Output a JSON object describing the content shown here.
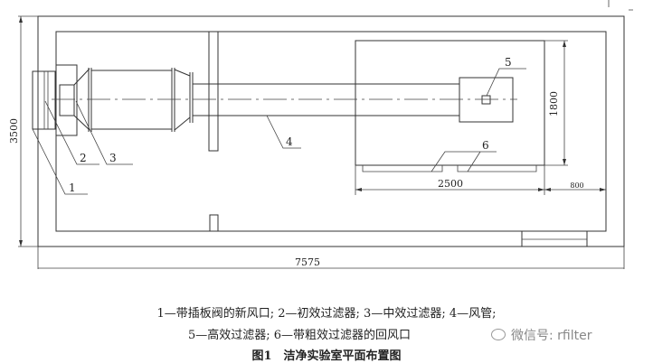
{
  "drawing": {
    "labels": [
      "1",
      "2",
      "3",
      "4",
      "5",
      "6"
    ],
    "dimensions": {
      "height_total": "3500",
      "width_total": "7575",
      "room_width": "2500",
      "room_height": "1800",
      "gap": "800"
    }
  },
  "caption": {
    "line1": "1—带插板阀的新风口; 2—初效过滤器; 3—中效过滤器; 4—风管;",
    "line2": "5—高效过滤器; 6—带粗效过滤器的回风口",
    "title": "图1　洁净实验室平面布置图"
  },
  "watermark": {
    "icon": "wechat-icon",
    "text": "微信号: rfilter"
  }
}
